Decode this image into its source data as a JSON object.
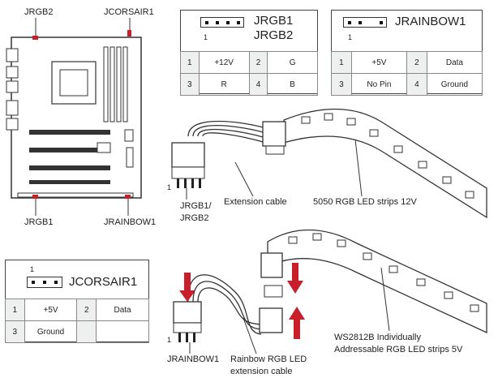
{
  "board": {
    "label_jrgb2": "JRGB2",
    "label_jcorsair1": "JCORSAIR1",
    "label_jrgb1": "JRGB1",
    "label_jrainbow1": "JRAINBOW1"
  },
  "jrgb_box": {
    "title_line1": "JRGB1",
    "title_line2": "JRGB2",
    "pin1_marker": "1",
    "rows": [
      [
        "1",
        "+12V",
        "2",
        "G"
      ],
      [
        "3",
        "R",
        "4",
        "B"
      ]
    ]
  },
  "jrainbow_box": {
    "title": "JRAINBOW1",
    "pin1_marker": "1",
    "rows": [
      [
        "1",
        "+5V",
        "2",
        "Data"
      ],
      [
        "3",
        "No Pin",
        "4",
        "Ground"
      ]
    ]
  },
  "jcorsair_box": {
    "title": "JCORSAIR1",
    "pin1_marker": "1",
    "rows": [
      [
        "1",
        "+5V",
        "2",
        "Data"
      ],
      [
        "3",
        "Ground",
        "",
        ""
      ]
    ]
  },
  "diagram_top": {
    "connector_label_line1": "JRGB1/",
    "connector_label_line2": "JRGB2",
    "pin1_marker": "1",
    "cable_label": "Extension cable",
    "strip_label": "5050 RGB LED strips 12V"
  },
  "diagram_bottom": {
    "connector_label": "JRAINBOW1",
    "pin1_marker": "1",
    "cable_label_line1": "Rainbow RGB LED",
    "cable_label_line2": "extension cable",
    "strip_label_line1": "WS2812B Individually",
    "strip_label_line2": "Addressable RGB LED strips 5V"
  },
  "colors": {
    "arrow": "#c8202a",
    "line": "#333333",
    "header_cell": "#eef0f0"
  }
}
